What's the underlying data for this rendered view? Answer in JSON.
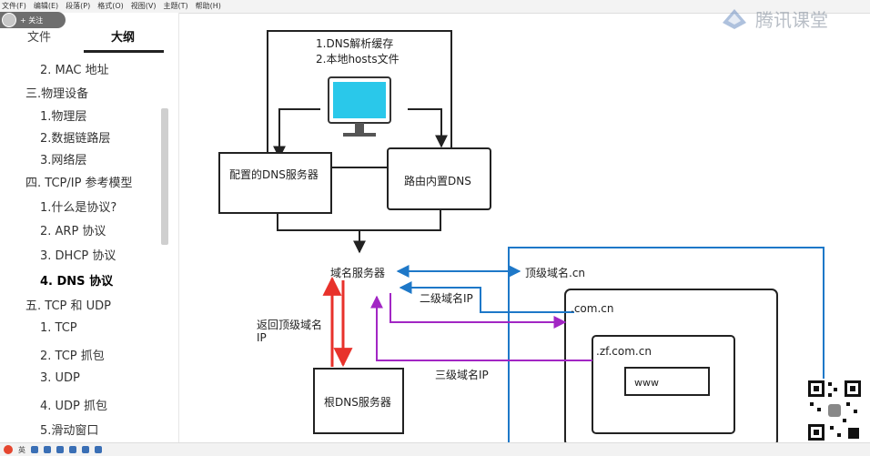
{
  "menubar": {
    "items": [
      "文件(F)",
      "编辑(E)",
      "段落(P)",
      "格式(O)",
      "视图(V)",
      "主题(T)",
      "帮助(H)"
    ]
  },
  "follow_badge": {
    "label": "+ 关注"
  },
  "sidebar": {
    "tabs": {
      "file": "文件",
      "outline": "大纲"
    },
    "items": [
      {
        "text": "2. MAC 地址",
        "level": 2,
        "active": false
      },
      {
        "text": "三.物理设备",
        "level": 1,
        "active": false
      },
      {
        "text": "1.物理层",
        "level": 2,
        "active": false
      },
      {
        "text": "2.数据链路层",
        "level": 2,
        "active": false
      },
      {
        "text": "3.网络层",
        "level": 2,
        "active": false
      },
      {
        "text": "四. TCP/IP 参考模型",
        "level": 1,
        "active": false
      },
      {
        "text": "1.什么是协议?",
        "level": 2,
        "active": false
      },
      {
        "text": "2. ARP 协议",
        "level": 2,
        "active": false
      },
      {
        "text": "3. DHCP 协议",
        "level": 2,
        "active": false
      },
      {
        "text": "4. DNS 协议",
        "level": 2,
        "active": true
      },
      {
        "text": "五. TCP 和 UDP",
        "level": 1,
        "active": false
      },
      {
        "text": "1. TCP",
        "level": 2,
        "active": false
      },
      {
        "text": "2. TCP 抓包",
        "level": 2,
        "active": false
      },
      {
        "text": "3. UDP",
        "level": 2,
        "active": false
      },
      {
        "text": "4. UDP 抓包",
        "level": 2,
        "active": false
      },
      {
        "text": "5.滑动窗口",
        "level": 2,
        "active": false
      }
    ]
  },
  "diagram": {
    "cache_line1": "1.DNS解析缓存",
    "cache_line2": "2.本地hosts文件",
    "configured_dns": "配置的DNS服务器",
    "router_dns": "路由内置DNS",
    "domain_server": "域名服务器",
    "top_level": "顶级域名.cn",
    "second_level_ip": "二级域名IP",
    "com_cn": ".com.cn",
    "return_top_ip_line1": "返回顶级域名",
    "return_top_ip_line2": "IP",
    "zf_com_cn": ".zf.com.cn",
    "www": "www",
    "third_level_ip": "三级域名IP",
    "root_dns": "根DNS服务器"
  },
  "watermark": {
    "text": "腾讯课堂"
  },
  "taskbar": {
    "label": "英"
  },
  "colors": {
    "blue": "#1e78c8",
    "red": "#e8322b",
    "purple": "#a226c4",
    "monitor_screen": "#2ac8ea"
  }
}
